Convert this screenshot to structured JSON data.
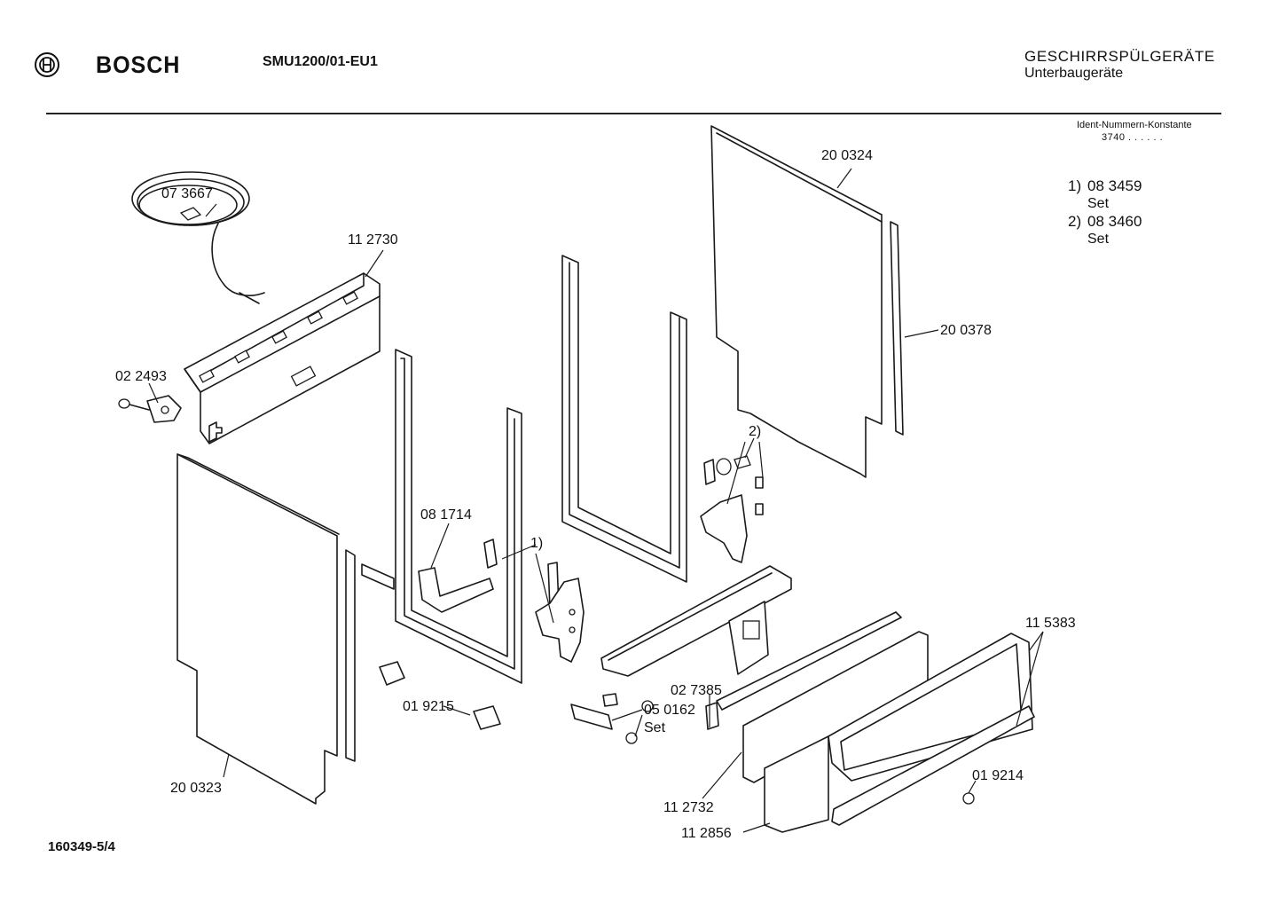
{
  "header": {
    "brand": "BOSCH",
    "model": "SMU1200/01-EU1",
    "category_title": "GESCHIRRSPÜLGERÄTE",
    "category_subtitle": "Unterbaugeräte"
  },
  "ident": {
    "label": "Ident-Nummern-Konstante",
    "value": "3740  . .   . . . ."
  },
  "notes": [
    {
      "marker": "1)",
      "number": "08 3459",
      "sub": "Set"
    },
    {
      "marker": "2)",
      "number": "08 3460",
      "sub": "Set"
    }
  ],
  "parts": {
    "p073667": "07 3667",
    "p112730": "11 2730",
    "p022493": "02 2493",
    "p200324": "20 0324",
    "p200378": "20 0378",
    "p081714": "08 1714",
    "p_note1": "1)",
    "p_note2": "2)",
    "p027385": "02 7385",
    "p050162": "05 0162",
    "p050162_set": "Set",
    "p019215": "01 9215",
    "p115383": "11 5383",
    "p200323": "20 0323",
    "p112732": "11 2732",
    "p112856": "11 2856",
    "p019214": "01 9214"
  },
  "footer": {
    "doc_id": "160349-5/4"
  }
}
